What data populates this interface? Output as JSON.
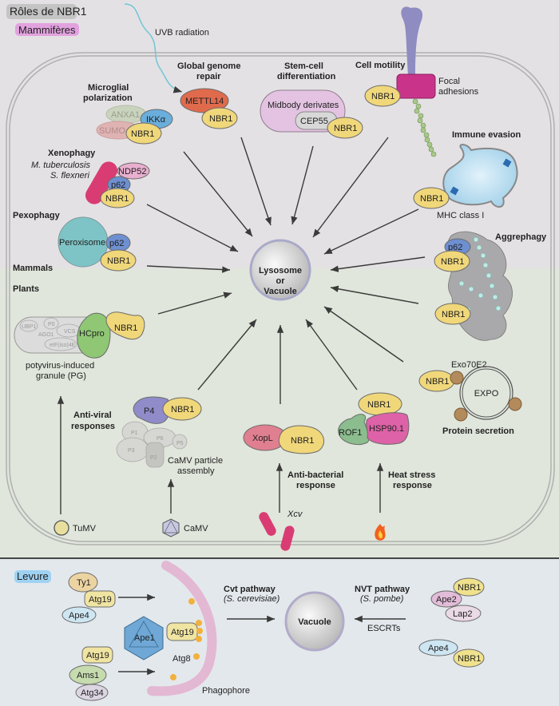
{
  "title": "Rôles de NBR1",
  "sections": {
    "mammals": "Mammifères",
    "yeast": "Levure"
  },
  "regions": {
    "mammals": "Mammals",
    "plants": "Plants"
  },
  "center": {
    "line1": "Lysosome",
    "line2": "or",
    "line3": "Vacuole"
  },
  "colors": {
    "nbr1": "#f0d77a",
    "p62": "#6e8fd0",
    "mammal_bg": "#e4e1e4",
    "plant_bg": "#e0e6db",
    "yeast_bg": "#e3e8ec",
    "title_badge": "#c7c7c7",
    "mammal_badge": "#e2a2df",
    "yeast_badge": "#9fd2f2"
  },
  "processes": {
    "uvb": "UVB radiation",
    "global_genome": {
      "line1": "Global genome",
      "line2": "repair",
      "proteins": [
        "METTL14",
        "NBR1"
      ]
    },
    "stem_cell": {
      "line1": "Stem-cell",
      "line2": "differentiation",
      "compartment": "Midbody derivates",
      "proteins": [
        "CEP55",
        "NBR1"
      ]
    },
    "cell_motility": {
      "title": "Cell motility",
      "note_line1": "Focal",
      "note_line2": "adhesions",
      "protein": "NBR1"
    },
    "microglial": {
      "line1": "Microglial",
      "line2": "polarization",
      "proteins": [
        "ANXA1",
        "IKKα",
        "SUMO",
        "NBR1"
      ]
    },
    "xenophagy": {
      "title": "Xenophagy",
      "pathogen1": "M. tuberculosis",
      "pathogen2": "S. flexneri",
      "proteins": [
        "NDP52",
        "p62",
        "NBR1"
      ]
    },
    "pexophagy": {
      "title": "Pexophagy",
      "organelle": "Peroxisome",
      "proteins": [
        "p62",
        "NBR1"
      ]
    },
    "immune_evasion": {
      "title": "Immune evasion",
      "note": "MHC class I",
      "protein": "NBR1"
    },
    "aggrephagy": {
      "title": "Aggrephagy",
      "proteins": [
        "p62",
        "NBR1",
        "NBR1"
      ]
    },
    "potyvirus": {
      "line1": "potyvirus-induced",
      "line2": "granule (PG)",
      "components": [
        "UBP1",
        "P0",
        "AGO1",
        "VCS",
        "eIF(iso)4E"
      ],
      "proteins": [
        "HCpro",
        "NBR1"
      ]
    },
    "anti_viral": {
      "line1": "Anti-viral",
      "line2": "responses",
      "proteins": [
        "P4",
        "NBR1"
      ],
      "components": [
        "P1",
        "P6",
        "P5",
        "P3",
        "P2"
      ],
      "note_line1": "CaMV particle",
      "note_line2": "assembly",
      "virus1": "TuMV",
      "virus2": "CaMV"
    },
    "anti_bacterial": {
      "line1": "Anti-bacterial",
      "line2": "response",
      "proteins": [
        "XopL",
        "NBR1"
      ],
      "pathogen": "Xcv"
    },
    "heat_stress": {
      "line1": "Heat stress",
      "line2": "response",
      "proteins": [
        "NBR1",
        "ROF1",
        "HSP90.1"
      ]
    },
    "protein_secretion": {
      "title": "Protein secretion",
      "compartment": "EXPO",
      "label": "Exo70E2",
      "protein": "NBR1"
    }
  },
  "yeast": {
    "cvt": {
      "title": "Cvt pathway",
      "species": "(S. cerevisiae)"
    },
    "nvt": {
      "title": "NVT pathway",
      "species": "(S. pombe)",
      "note": "ESCRTs"
    },
    "vacuole": "Vacuole",
    "phagophore": "Phagophore",
    "atg8": "Atg8",
    "complex1": [
      "Ty1",
      "Atg19",
      "Ape4"
    ],
    "complex2": [
      "Atg19",
      "Ams1",
      "Atg34"
    ],
    "cargo": [
      "Ape1",
      "Atg19"
    ],
    "nvt_complex1": [
      "NBR1",
      "Ape2",
      "Lap2"
    ],
    "nvt_complex2": [
      "Ape4",
      "NBR1"
    ]
  }
}
